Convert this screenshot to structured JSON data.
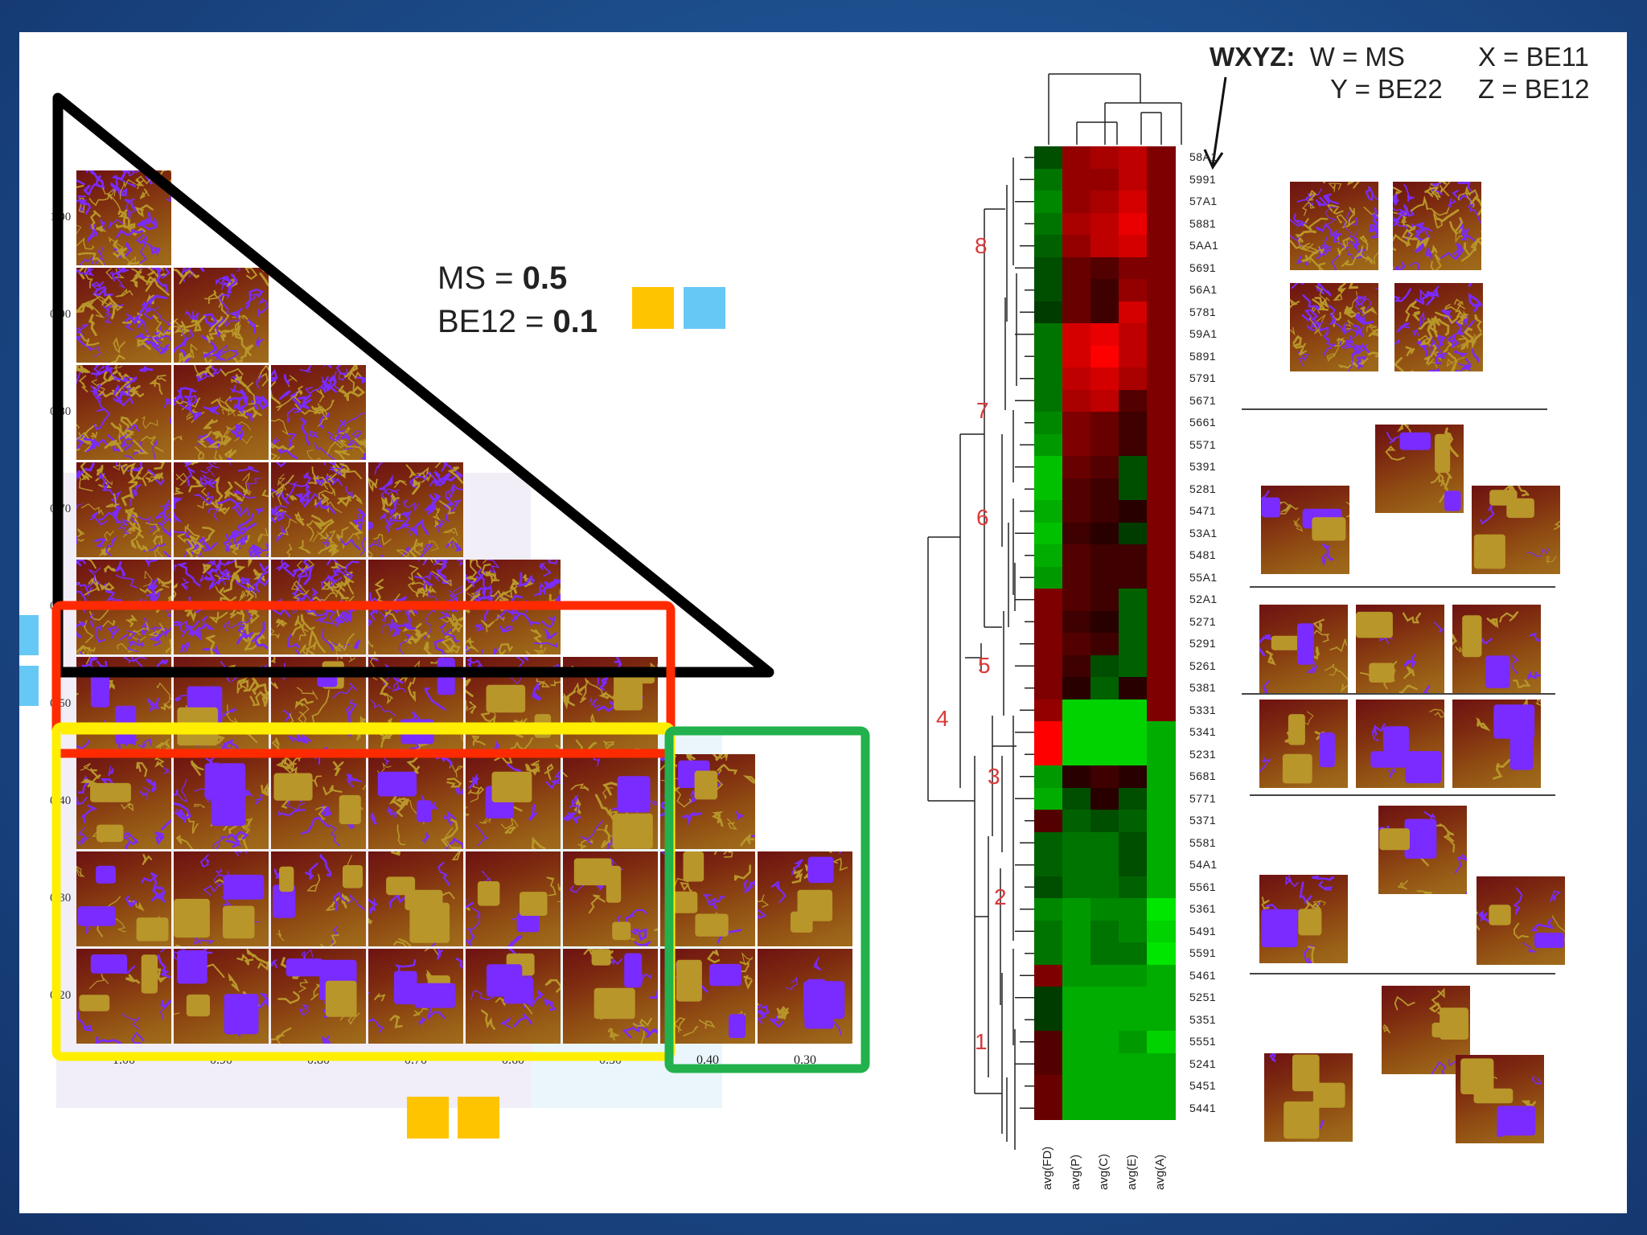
{
  "legend": {
    "line1_prefix": "MS = ",
    "line1_value": "0.5",
    "line2_prefix": "BE12 = ",
    "line2_value": "0.1",
    "swatch_colors": [
      "#ffc400",
      "#66c8f5"
    ]
  },
  "key": {
    "code": "WXYZ",
    "colon": ":",
    "w": "W = MS",
    "x": "X = BE11",
    "y": "Y = BE22",
    "z": "Z = BE12"
  },
  "grid": {
    "x_labels": [
      "1.00",
      "0.90",
      "0.80",
      "0.70",
      "0.60",
      "0.50",
      "0.40",
      "0.30"
    ],
    "y_labels": [
      "1.00",
      "0.90",
      "0.80",
      "0.70",
      "0.60",
      "0.50",
      "0.40",
      "0.30",
      "0.20"
    ]
  },
  "annotation_colors": {
    "triangle": "#000000",
    "red_box": "#ff2a00",
    "yellow_box": "#ffee00",
    "green_box": "#22b14c",
    "side_blue": "#66c8f5",
    "bottom_yellow": "#ffc400"
  },
  "heatmap": {
    "columns": [
      "avg(FD)",
      "avg(P)",
      "avg(C)",
      "avg(E)",
      "avg(A)"
    ],
    "rows": [
      "58A1",
      "5991",
      "57A1",
      "5881",
      "5AA1",
      "5691",
      "56A1",
      "5781",
      "59A1",
      "5891",
      "5791",
      "5671",
      "5661",
      "5571",
      "5391",
      "5281",
      "5471",
      "53A1",
      "5481",
      "55A1",
      "52A1",
      "5271",
      "5291",
      "5261",
      "5381",
      "5331",
      "5341",
      "5231",
      "5681",
      "5771",
      "5371",
      "5581",
      "54A1",
      "5561",
      "5361",
      "5491",
      "5591",
      "5461",
      "5251",
      "5351",
      "5551",
      "5241",
      "5451",
      "5441"
    ],
    "cluster_labels": [
      "8",
      "7",
      "6",
      "5",
      "4",
      "3",
      "2",
      "1"
    ]
  },
  "colors": {
    "tile_purple": "#7a2bff",
    "tile_gold": "#b8962a",
    "cluster_label": "#d83a3a"
  }
}
